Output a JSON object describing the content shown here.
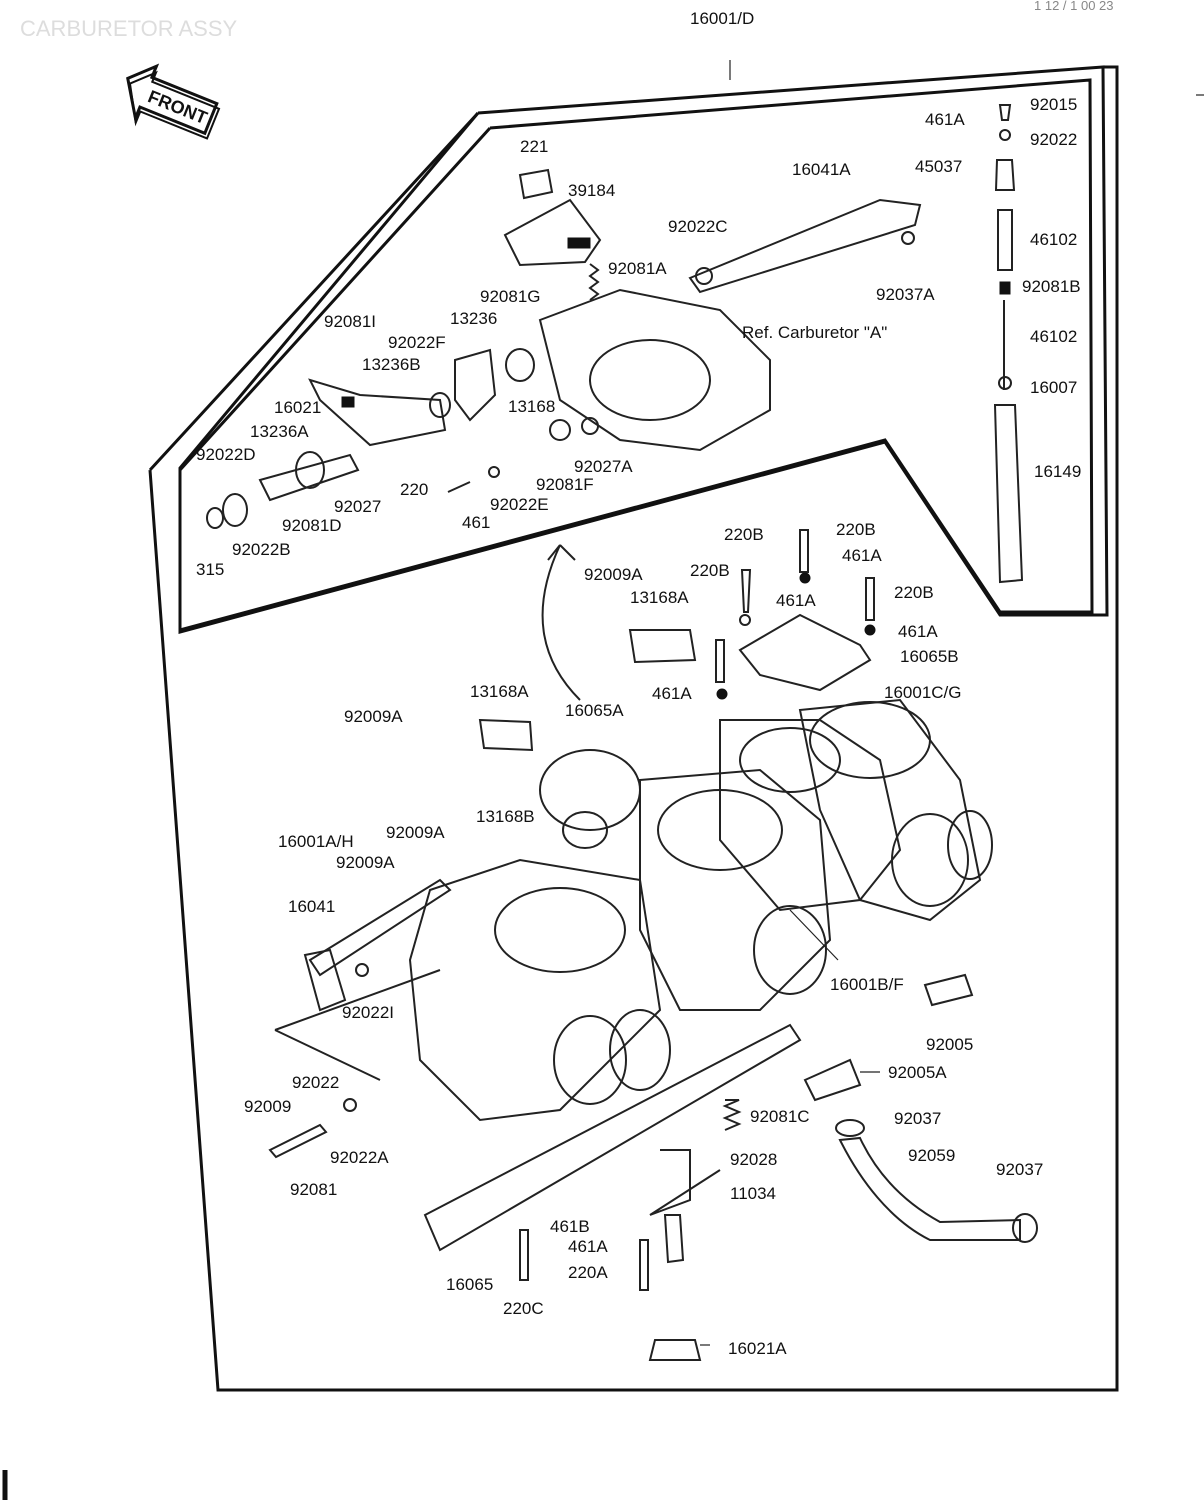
{
  "header": {
    "section_title": "CARBURETOR ASSY",
    "figure_code": "16001/D",
    "page_ref": "1 12 / 1 00 23",
    "front_label": "FRONT"
  },
  "labels": {
    "p92015": "92015",
    "p461A_top": "461A",
    "p92022": "92022",
    "p45037": "45037",
    "p16041A": "16041A",
    "p221": "221",
    "p39184": "39184",
    "p92022C": "92022C",
    "p46102": "46102",
    "p92081B": "92081B",
    "p92081A": "92081A",
    "p92037A": "92037A",
    "p92081G": "92081G",
    "p46102b": "46102",
    "p92081I": "92081I",
    "p92022F": "92022F",
    "p13236": "13236",
    "ref_carb_a": "Ref. Carburetor \"A\"",
    "p13236B": "13236B",
    "p16007": "16007",
    "p16021": "16021",
    "p13168": "13168",
    "p13236A": "13236A",
    "p16149": "16149",
    "p92022D": "92022D",
    "p92027A": "92027A",
    "p92081F": "92081F",
    "p220": "220",
    "p92027": "92027",
    "p92022E": "92022E",
    "p461": "461",
    "p92081D": "92081D",
    "p92022B": "92022B",
    "p315": "315",
    "p220B_1": "220B",
    "p220B_2": "220B",
    "p461A_2": "461A",
    "p92009A_1": "92009A",
    "p220B_3": "220B",
    "p13168A": "13168A",
    "p461A_3": "461A",
    "p220B_4": "220B",
    "p461A_4": "461A",
    "p16065B": "16065B",
    "p13168A_2": "13168A",
    "p461A_5": "461A",
    "p16001CG": "16001C/G",
    "p92009A_2": "92009A",
    "p16065A": "16065A",
    "p13168B": "13168B",
    "p16001AH": "16001A/H",
    "p92009A_3": "92009A",
    "p92009A_4": "92009A",
    "p16041": "16041",
    "p16001BF": "16001B/F",
    "p92022I": "92022I",
    "p92005": "92005",
    "p92005A": "92005A",
    "p92022_2": "92022",
    "p92009": "92009",
    "p92081C": "92081C",
    "p92037": "92037",
    "p92022A": "92022A",
    "p92028": "92028",
    "p92059": "92059",
    "p92037_2": "92037",
    "p92081": "92081",
    "p11034": "11034",
    "p461B": "461B",
    "p461A_6": "461A",
    "p220A": "220A",
    "p16065": "16065",
    "p220C": "220C",
    "p16021A": "16021A"
  }
}
